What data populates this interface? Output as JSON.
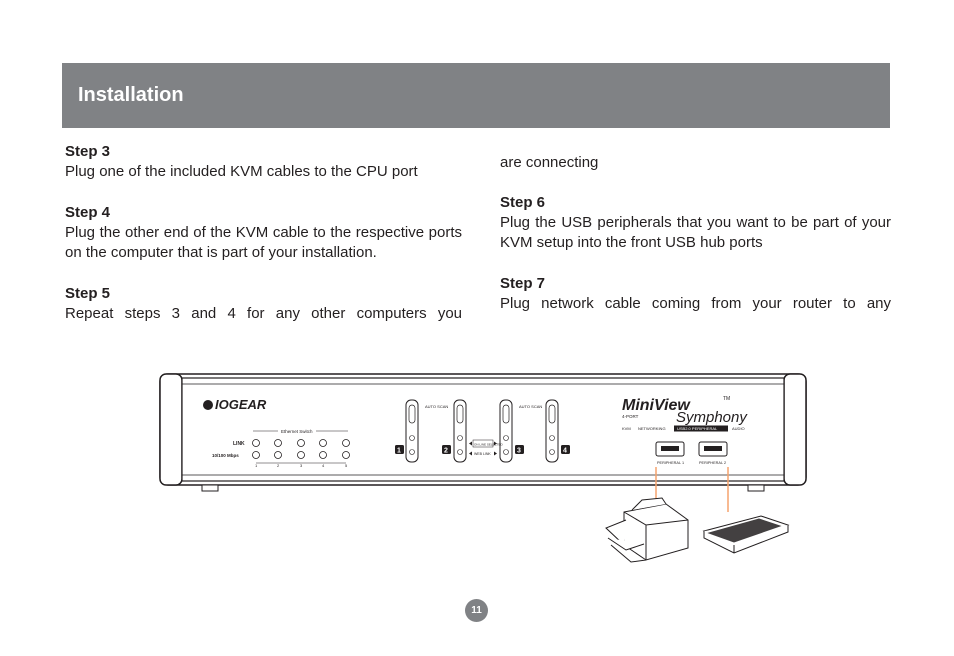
{
  "header": {
    "title": "Installation"
  },
  "steps_left": [
    {
      "title": "Step 3",
      "text": "Plug one of the included KVM cables to the CPU port"
    },
    {
      "title": "Step 4",
      "text": "Plug the other end of the KVM cable to the respective ports on the computer that is part of your installation."
    },
    {
      "title": "Step 5",
      "text": "Repeat steps 3 and 4 for any other computers you"
    }
  ],
  "steps_right": {
    "continuation": "are connecting",
    "items": [
      {
        "title": "Step 6",
        "text": "Plug the USB peripherals that you want to be part of your KVM setup into the front USB hub ports"
      },
      {
        "title": "Step 7",
        "text": "Plug network cable coming from your router to any"
      }
    ]
  },
  "device": {
    "brand": "IOGEAR",
    "product_line": "MiniView",
    "product_sub": "Symphony",
    "tm": "TM",
    "ports_label": "4-PORT",
    "features": [
      "KVM",
      "NETWORKING",
      "USB2.0 PERIPHERAL",
      "AUDIO"
    ],
    "ethernet_title": "Ethernet Switch",
    "link_label": "LINK",
    "speed_label": "10/100 Mbps",
    "ethernet_ports": [
      "1",
      "2",
      "3",
      "4",
      "5"
    ],
    "auto_scan_left": "AUTO SCAN",
    "auto_scan_right": "AUTO SCAN",
    "online_selected": "ON LINE SELECTED",
    "web_link": "WEB LINK",
    "port_numbers": [
      "1",
      "2",
      "3",
      "4"
    ],
    "peripheral_1": "PERIPHERAL 1",
    "peripheral_2": "PERIPHERAL 2",
    "accent_color": "#f5a36d"
  },
  "page_number": "11"
}
